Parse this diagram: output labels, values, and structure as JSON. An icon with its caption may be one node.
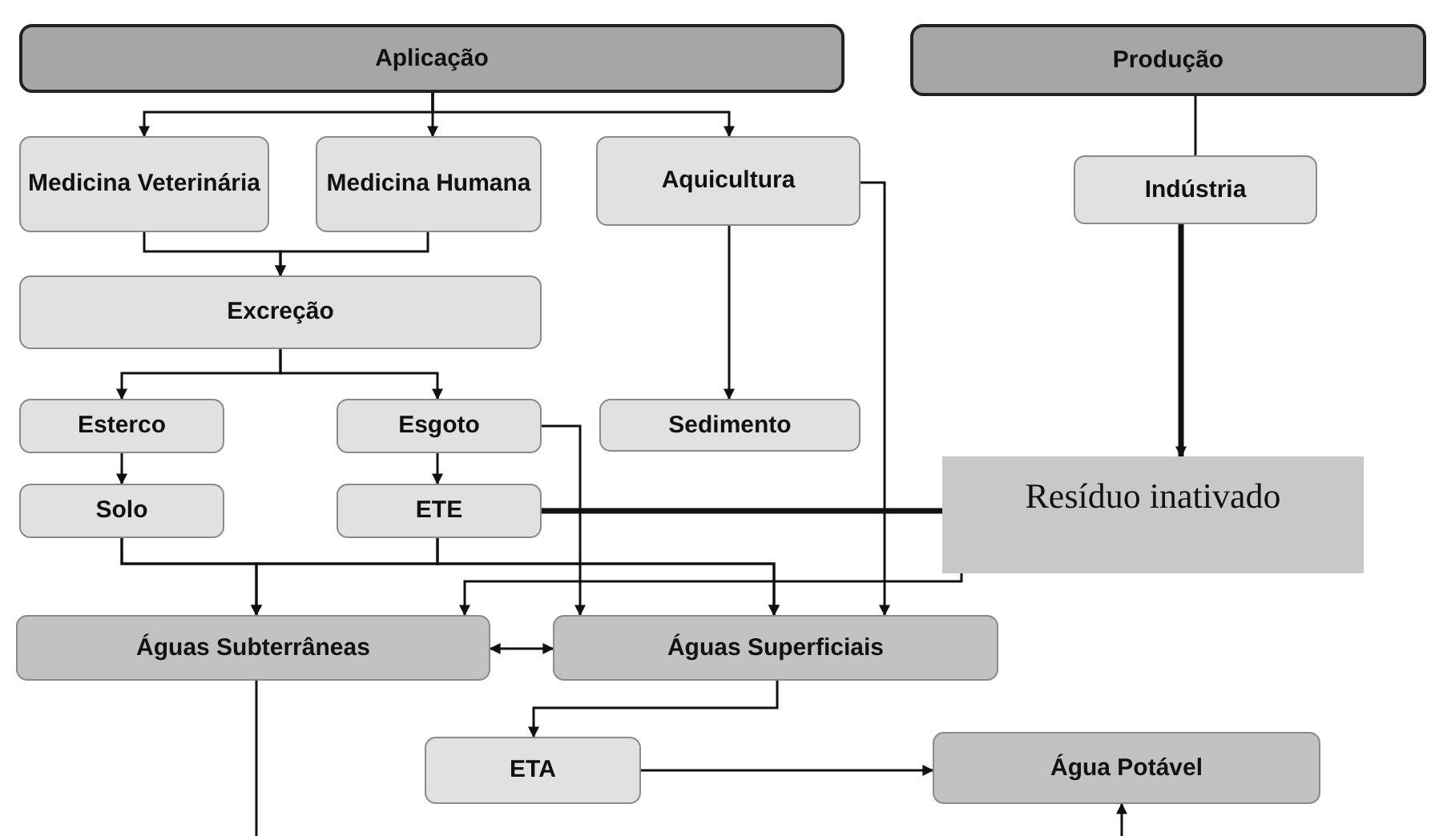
{
  "diagram": {
    "nodes": [
      {
        "text": [
          "Aplicação"
        ]
      },
      {
        "text": [
          "Produção"
        ]
      },
      {
        "text": [
          "Medicina Veterinária"
        ]
      },
      {
        "text": [
          "Medicina Humana"
        ]
      },
      {
        "text": [
          "Aquicultura"
        ]
      },
      {
        "text": [
          "Indústria"
        ]
      },
      {
        "text": [
          "Excreção"
        ]
      },
      {
        "text": [
          "Esterco"
        ]
      },
      {
        "text": [
          "Esgoto"
        ]
      },
      {
        "text": [
          "Sedimento"
        ]
      },
      {
        "text": [
          "Solo"
        ]
      },
      {
        "text": [
          "ETE"
        ]
      },
      {
        "text": [
          "Resíduo inativado"
        ]
      },
      {
        "text": [
          "Águas Subterrâneas"
        ]
      },
      {
        "text": [
          "Águas Superficiais"
        ]
      },
      {
        "text": [
          "ETA"
        ]
      },
      {
        "text": [
          "Água Potável"
        ]
      }
    ],
    "edges": [
      {
        "from": 0,
        "to": 2,
        "arrow": "to"
      },
      {
        "from": 0,
        "to": 3,
        "arrow": "to"
      },
      {
        "from": 0,
        "to": 4,
        "arrow": "to"
      },
      {
        "from": 1,
        "to": 5,
        "arrow": "none"
      },
      {
        "from": 2,
        "to": 6,
        "arrow": "to"
      },
      {
        "from": 3,
        "to": 6,
        "arrow": "to"
      },
      {
        "from": 6,
        "to": 7,
        "arrow": "to"
      },
      {
        "from": 6,
        "to": 8,
        "arrow": "to"
      },
      {
        "from": 4,
        "to": 9,
        "arrow": "to"
      },
      {
        "from": 4,
        "to": 14,
        "arrow": "to"
      },
      {
        "from": 5,
        "to": 12,
        "arrow": "to",
        "style": "thick"
      },
      {
        "from": 7,
        "to": 10,
        "arrow": "to"
      },
      {
        "from": 8,
        "to": 11,
        "arrow": "to"
      },
      {
        "from": 8,
        "to": 14,
        "arrow": "to"
      },
      {
        "from": 10,
        "to": 13,
        "arrow": "to"
      },
      {
        "from": 10,
        "to": 14,
        "arrow": "to"
      },
      {
        "from": 11,
        "to": 13,
        "arrow": "to"
      },
      {
        "from": 11,
        "to": 14,
        "arrow": "to"
      },
      {
        "from": 11,
        "to": 12,
        "arrow": "none",
        "style": "thick"
      },
      {
        "from": 12,
        "to": 13,
        "arrow": "to"
      },
      {
        "from": 13,
        "to": 14,
        "arrow": "both"
      },
      {
        "from": 14,
        "to": 15,
        "arrow": "to"
      },
      {
        "from": 15,
        "to": 16,
        "arrow": "to"
      },
      {
        "from": 13,
        "to": null,
        "arrow": "none"
      },
      {
        "from": null,
        "to": 16,
        "arrow": "to"
      }
    ]
  }
}
